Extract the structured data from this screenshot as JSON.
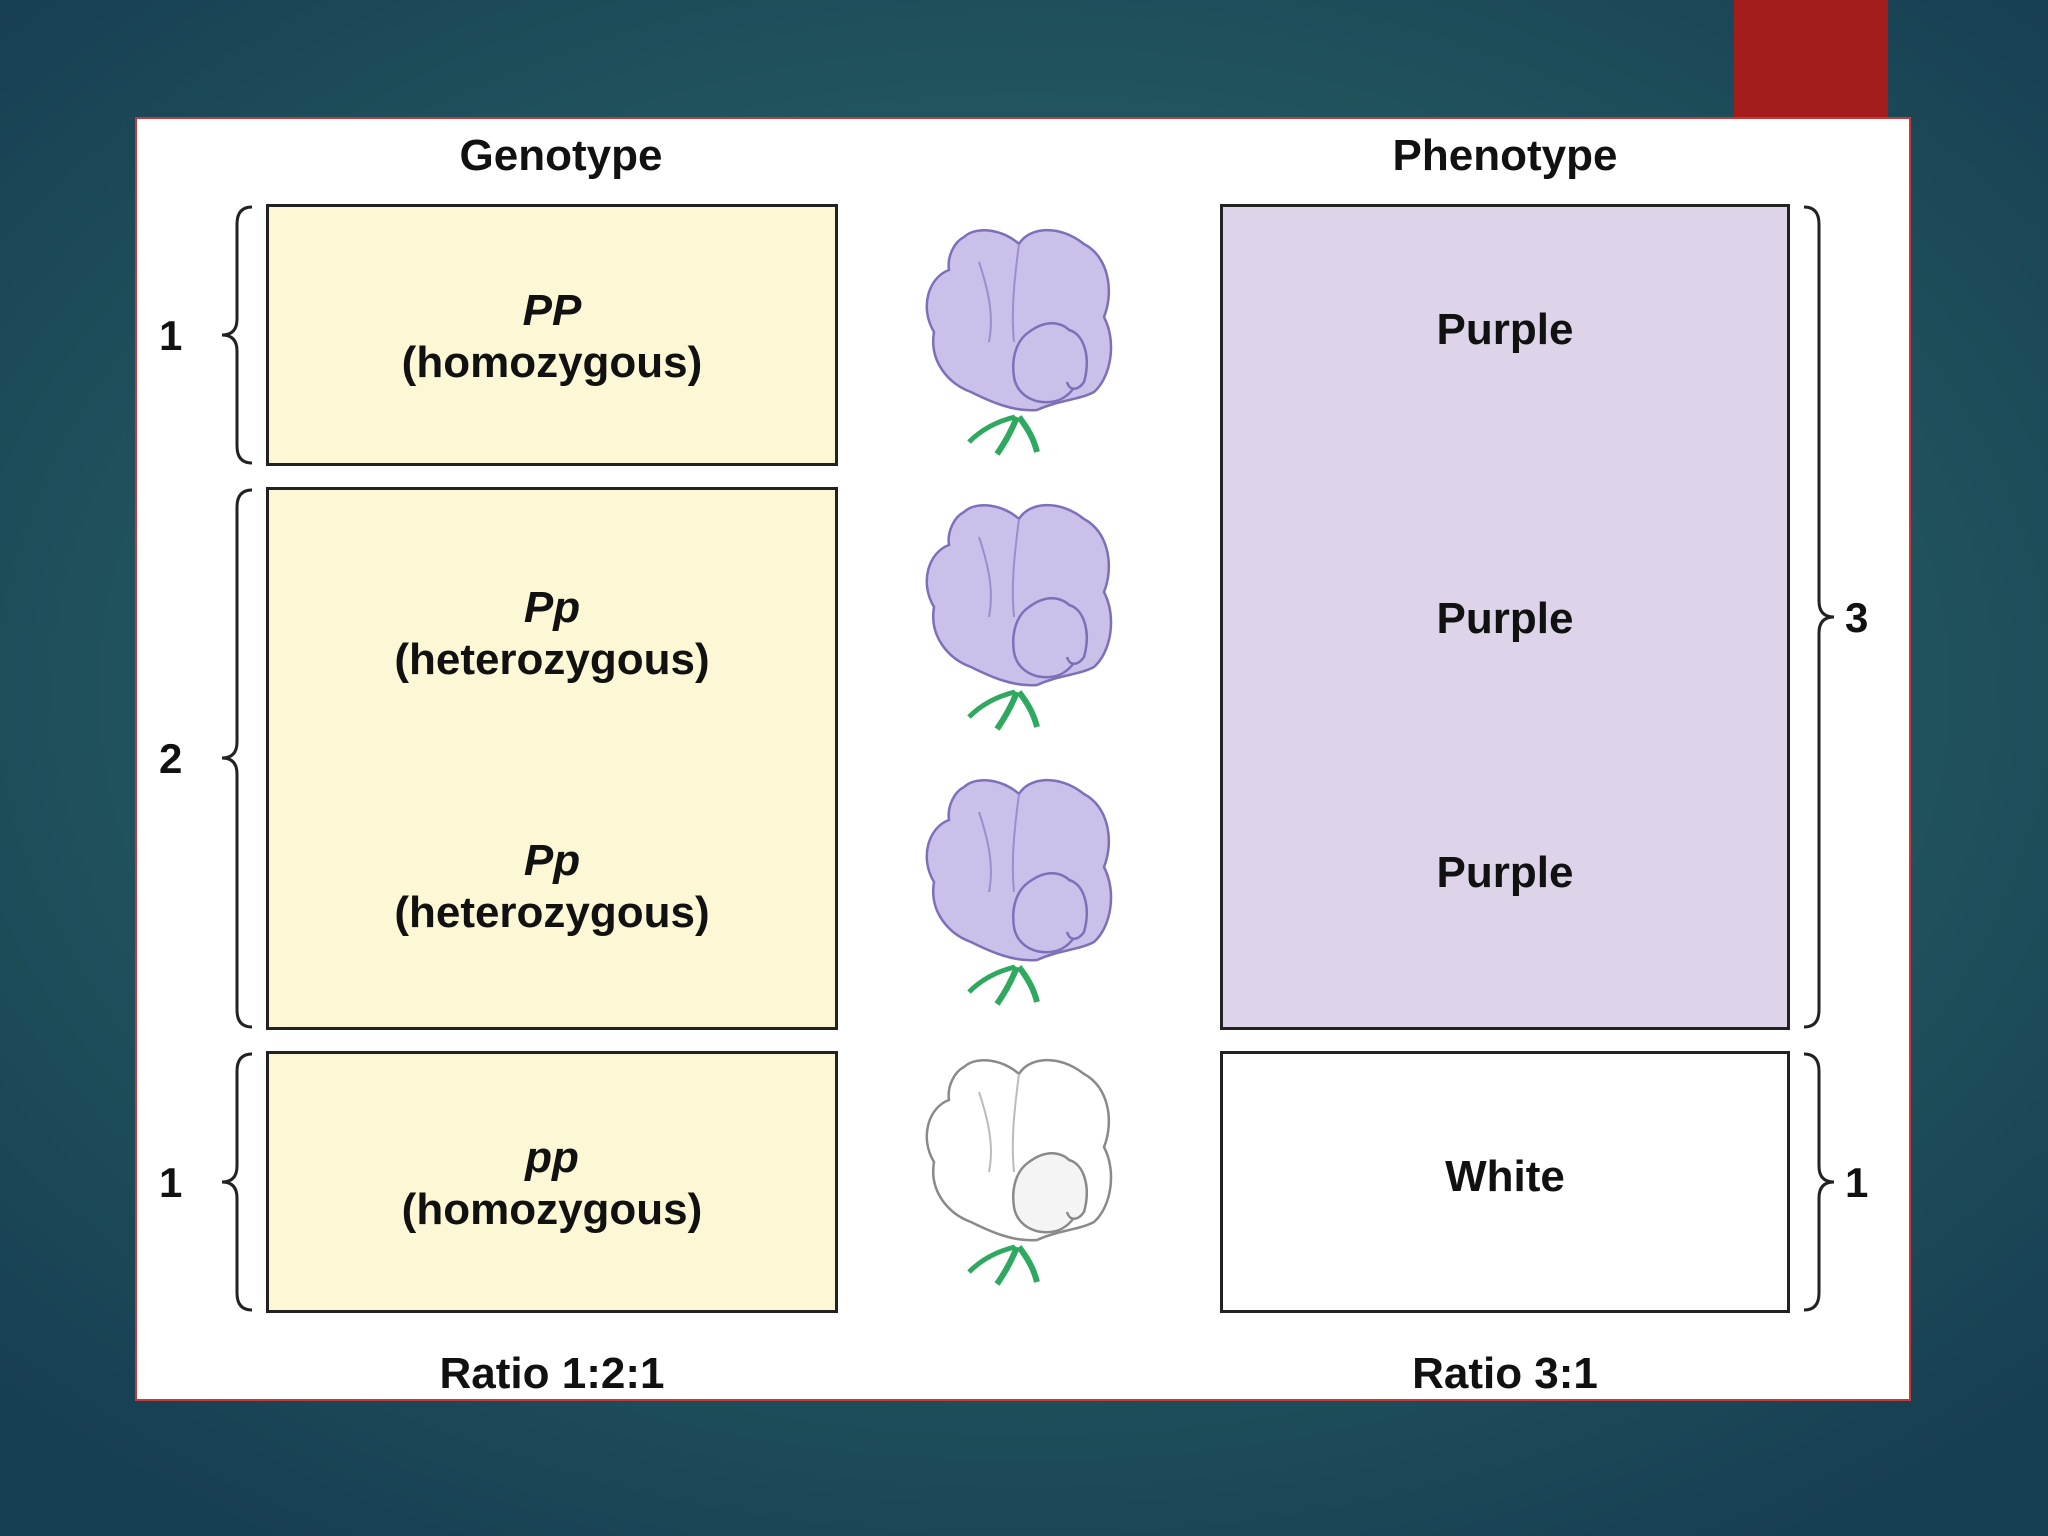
{
  "headers": {
    "genotype": "Genotype",
    "phenotype": "Phenotype"
  },
  "genotypes": [
    {
      "symbol": "PP",
      "label": "(homozygous)"
    },
    {
      "symbol": "Pp",
      "label": "(heterozygous)"
    },
    {
      "symbol": "Pp",
      "label": "(heterozygous)"
    },
    {
      "symbol": "pp",
      "label": "(homozygous)"
    }
  ],
  "phenotypes": [
    "Purple",
    "Purple",
    "Purple",
    "White"
  ],
  "counts": {
    "left": [
      "1",
      "2",
      "1"
    ],
    "right": [
      "3",
      "1"
    ]
  },
  "ratios": {
    "genotype": "Ratio 1:2:1",
    "phenotype": "Ratio 3:1"
  },
  "flowers": [
    {
      "color": "purple"
    },
    {
      "color": "purple"
    },
    {
      "color": "purple"
    },
    {
      "color": "white"
    }
  ],
  "colors": {
    "background": "#245b62",
    "accent": "#a51c1c",
    "genotype_box": "#fcf7d5",
    "purple_box": "#ddd4e9",
    "purple_flower": "#cbc0ea",
    "white_flower": "#ffffff",
    "stem": "#2fa860"
  }
}
